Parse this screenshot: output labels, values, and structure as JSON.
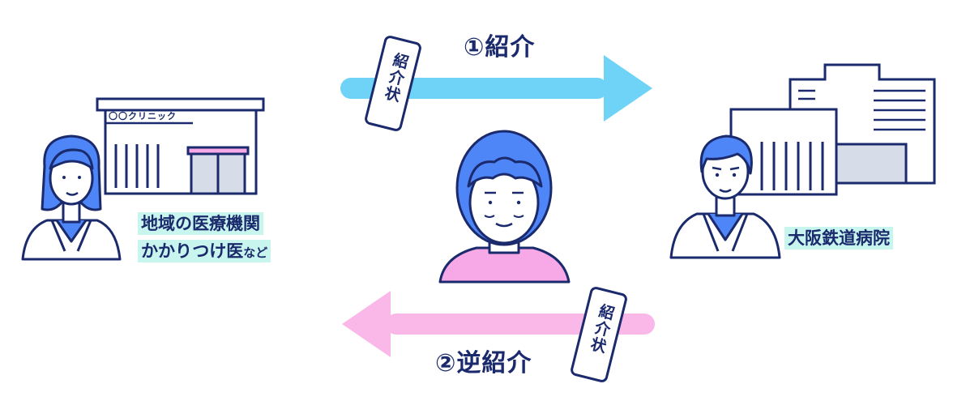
{
  "clinic": {
    "sign": "〇〇クリニック",
    "label_line1": "地域の医療機関",
    "label_line2_main": "かかりつけ医",
    "label_line2_suffix": "など"
  },
  "hospital": {
    "label": "大阪鉄道病院"
  },
  "arrows": {
    "referral": "①紹介",
    "reverse_referral": "②逆紹介"
  },
  "letter": {
    "text": "紹介状"
  },
  "colors": {
    "navy": "#1a2a6c",
    "referral_arrow": "#6fd3f7",
    "reverse_arrow": "#f9b8e8",
    "highlight": "#c8f5ee",
    "clinic_blue": "#4f86f7",
    "patient_pink": "#f7a8e6"
  }
}
